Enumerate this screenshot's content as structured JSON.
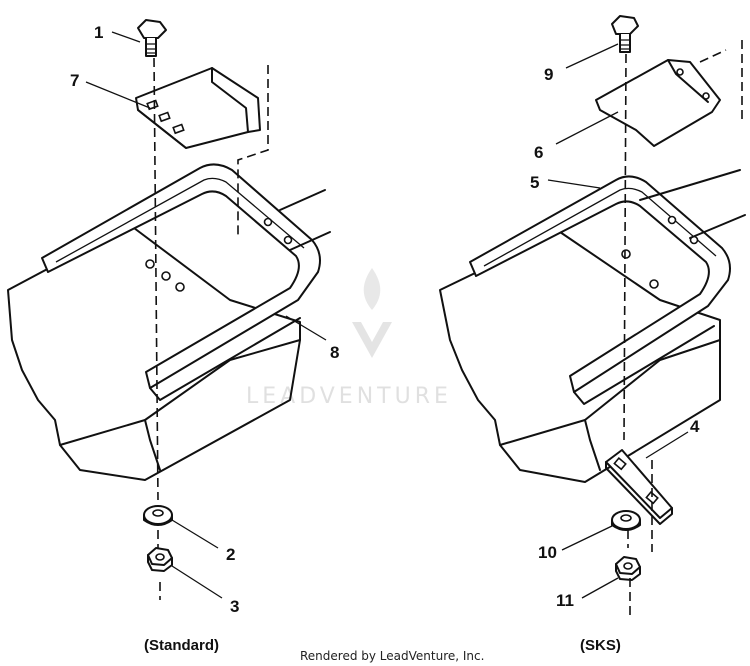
{
  "callouts": {
    "standard": [
      "1",
      "7",
      "8",
      "2",
      "3"
    ],
    "sks": [
      "9",
      "6",
      "5",
      "4",
      "10",
      "11"
    ]
  },
  "captions": {
    "standard": "(Standard)",
    "sks": "(SKS)"
  },
  "footer": "Rendered by LeadVenture, Inc.",
  "watermark": "LEADVENTURE"
}
